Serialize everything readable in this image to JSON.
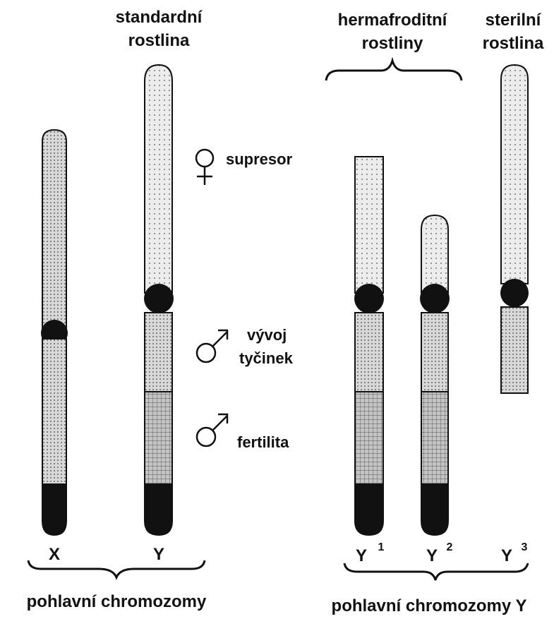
{
  "headers": {
    "standard_line1": "standardní",
    "standard_line2": "rostlina",
    "herm_line1": "hermafroditní",
    "herm_line2": "rostliny",
    "sterile_line1": "sterilní",
    "sterile_line2": "rostlina"
  },
  "annotations": {
    "suppressor": "supresor",
    "development_line1": "vývoj",
    "development_line2": "tyčinek",
    "fertility": "fertilita"
  },
  "chromosome_labels": {
    "x": "X",
    "y": "Y",
    "y1_base": "Y",
    "y1_sup": "1",
    "y2_base": "Y",
    "y2_sup": "2",
    "y3_base": "Y",
    "y3_sup": "3"
  },
  "group_labels": {
    "sex_chromosomes": "pohlavní chromozomy",
    "sex_chromosomes_y": "pohlavní chromozomy Y"
  },
  "icons": {
    "female": "female-symbol-icon",
    "male": "male-symbol-icon"
  },
  "colors": {
    "light_fill": "#ececec",
    "dot": "#555555",
    "grid_fill": "#bdbdbd",
    "dark": "#111111"
  }
}
